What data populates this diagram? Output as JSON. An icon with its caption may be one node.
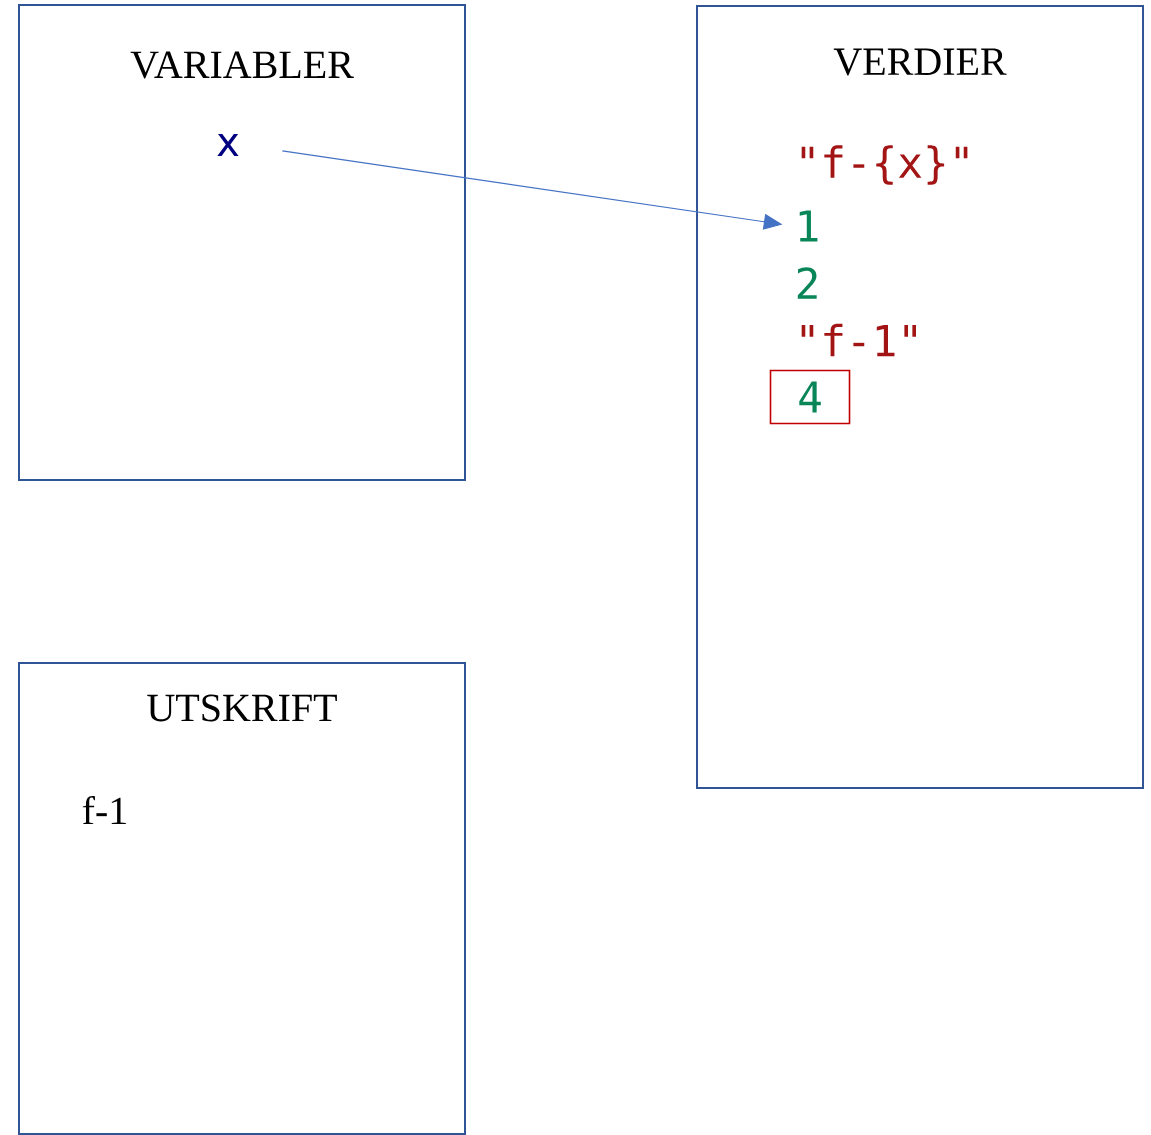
{
  "diagram": {
    "nodes": [
      {
        "text": [
          "VARIABLER"
        ]
      },
      {
        "text": [
          "x"
        ],
        "in": 0
      },
      {
        "text": [
          "VERDIER"
        ]
      },
      {
        "text": [
          "\"f-{x}\""
        ],
        "in": 2
      },
      {
        "text": [
          "1"
        ],
        "in": 2
      },
      {
        "text": [
          "2"
        ],
        "in": 2
      },
      {
        "text": [
          "\"f-1\""
        ],
        "in": 2
      },
      {
        "text": [
          "4"
        ],
        "in": 2
      },
      {
        "text": [
          "UTSKRIFT",
          "f-1"
        ]
      }
    ],
    "edges": [
      {
        "from": 1,
        "to": 4,
        "arrow": "to"
      }
    ]
  }
}
